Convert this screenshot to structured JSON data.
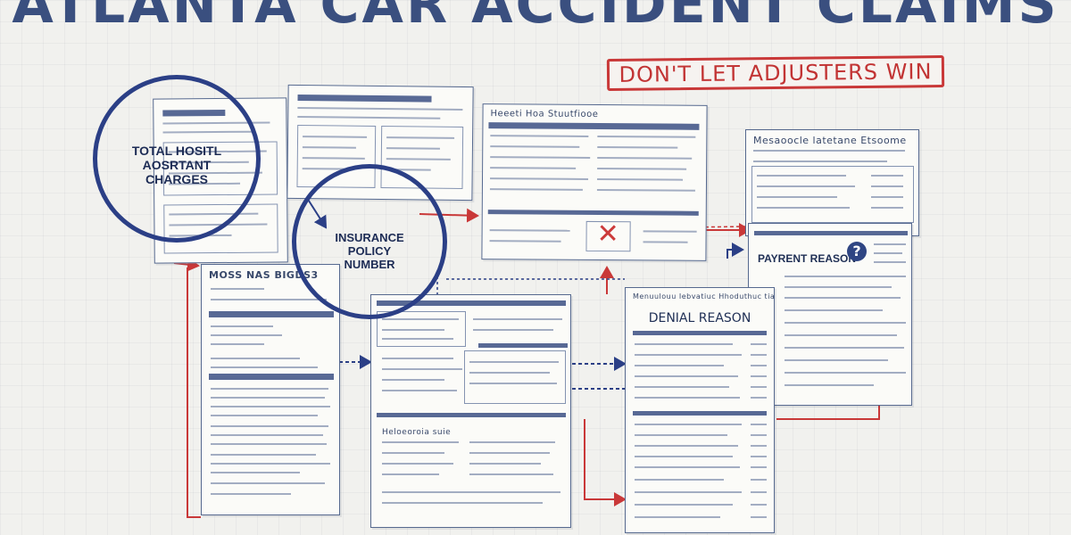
{
  "header": {
    "title": "ATLANTA CAR ACCIDENT CLAIMS",
    "subtitle": "DON'T LET ADJUSTERS WIN"
  },
  "callouts": {
    "charges": [
      "TOTAL HOSITL",
      "AOSRTANT",
      "CHARGES"
    ],
    "policy": [
      "INSURANCE",
      "POLICY",
      "NUMBER"
    ]
  },
  "documents": {
    "left_report": {
      "title": "MOSS NAS BIGDS3"
    },
    "top_right_form": {
      "title": "Heeeti Hoa Stuutfiooe"
    },
    "right_statement": {
      "title": "Mesaoocle latetane Etsoome"
    },
    "payment_panel": {
      "label": "PAYRENT REASON"
    },
    "denial_letter": {
      "title": "Menuulouu Iebvatiuc Hhoduthuc tiae Mooee",
      "label": "DENIAL REASON"
    },
    "center_form": {
      "title": "Heloeoroia suie"
    }
  },
  "colors": {
    "accent_red": "#c93838",
    "navy": "#2b3f86",
    "ink": "#3a4f7f"
  }
}
